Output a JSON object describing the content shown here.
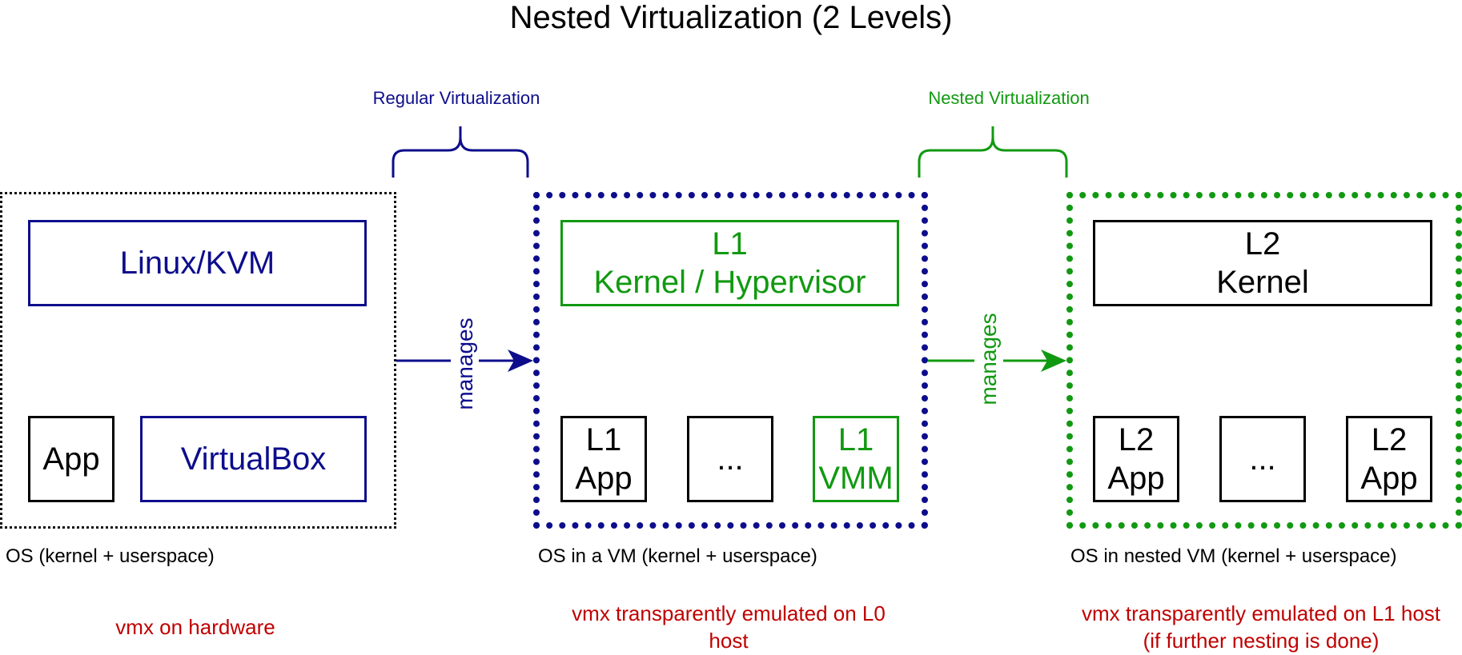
{
  "title": "Nested Virtualization (2 Levels)",
  "braces": {
    "regular": "Regular Virtualization",
    "nested": "Nested Virtualization"
  },
  "arrows": {
    "first": "manages",
    "second": "manages"
  },
  "host": {
    "top_box": "Linux/KVM",
    "app_box": "App",
    "vbox_box": "VirtualBox",
    "caption": "OS (kernel + userspace)",
    "vmx": "vmx on hardware"
  },
  "l1": {
    "top_box": "L1\nKernel / Hypervisor",
    "app_box": "L1\nApp",
    "dots_box": "...",
    "vmm_box": "L1\nVMM",
    "caption": "OS in a VM (kernel + userspace)",
    "vmx": "vmx transparently emulated on L0 host"
  },
  "l2": {
    "top_box": "L2\nKernel",
    "app_box_1": "L2\nApp",
    "dots_box": "...",
    "app_box_2": "L2\nApp",
    "caption": "OS in nested VM (kernel + userspace)",
    "vmx": "vmx transparently emulated on L1 host (if further nesting is done)"
  },
  "colors": {
    "blue": "#0d0d8c",
    "green": "#119911",
    "red": "#c00000",
    "black": "#000000"
  }
}
